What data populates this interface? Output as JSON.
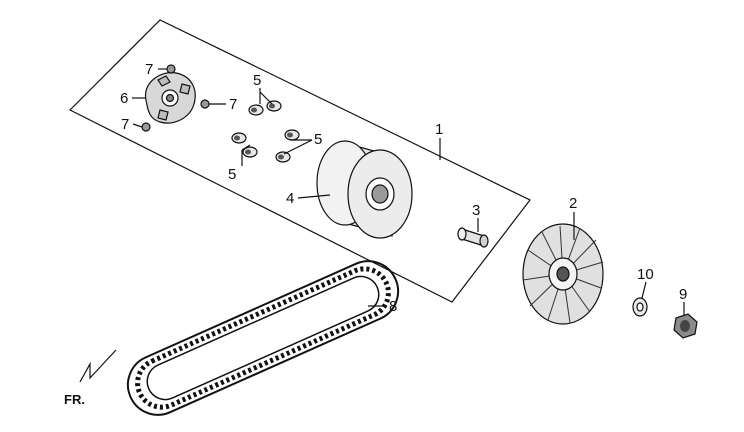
{
  "diagram": {
    "callouts": [
      {
        "id": "c1",
        "text": "1"
      },
      {
        "id": "c2",
        "text": "2"
      },
      {
        "id": "c3",
        "text": "3"
      },
      {
        "id": "c4",
        "text": "4"
      },
      {
        "id": "c5a",
        "text": "5"
      },
      {
        "id": "c5b",
        "text": "5"
      },
      {
        "id": "c5c",
        "text": "5"
      },
      {
        "id": "c6",
        "text": "6"
      },
      {
        "id": "c7a",
        "text": "7"
      },
      {
        "id": "c7b",
        "text": "7"
      },
      {
        "id": "c7c",
        "text": "7"
      },
      {
        "id": "c8",
        "text": "8"
      },
      {
        "id": "c9",
        "text": "9"
      },
      {
        "id": "c10",
        "text": "10"
      }
    ],
    "direction_label": "FR."
  }
}
